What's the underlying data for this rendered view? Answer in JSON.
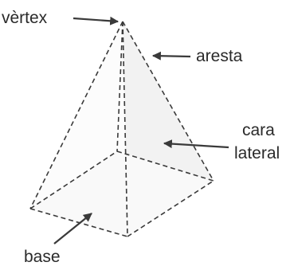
{
  "labels": {
    "vertex": "vèrtex",
    "edge": "aresta",
    "face_line1": "cara",
    "face_line2": "lateral",
    "base": "base"
  },
  "colors": {
    "stroke": "#3a3a3a",
    "text": "#2a2a2a",
    "base_fill": "#f9f9f9",
    "left_face_fill": "#fcfcfc",
    "right_face_fill": "#f2f2f2",
    "front_face_fill": "#f6f6f6"
  }
}
